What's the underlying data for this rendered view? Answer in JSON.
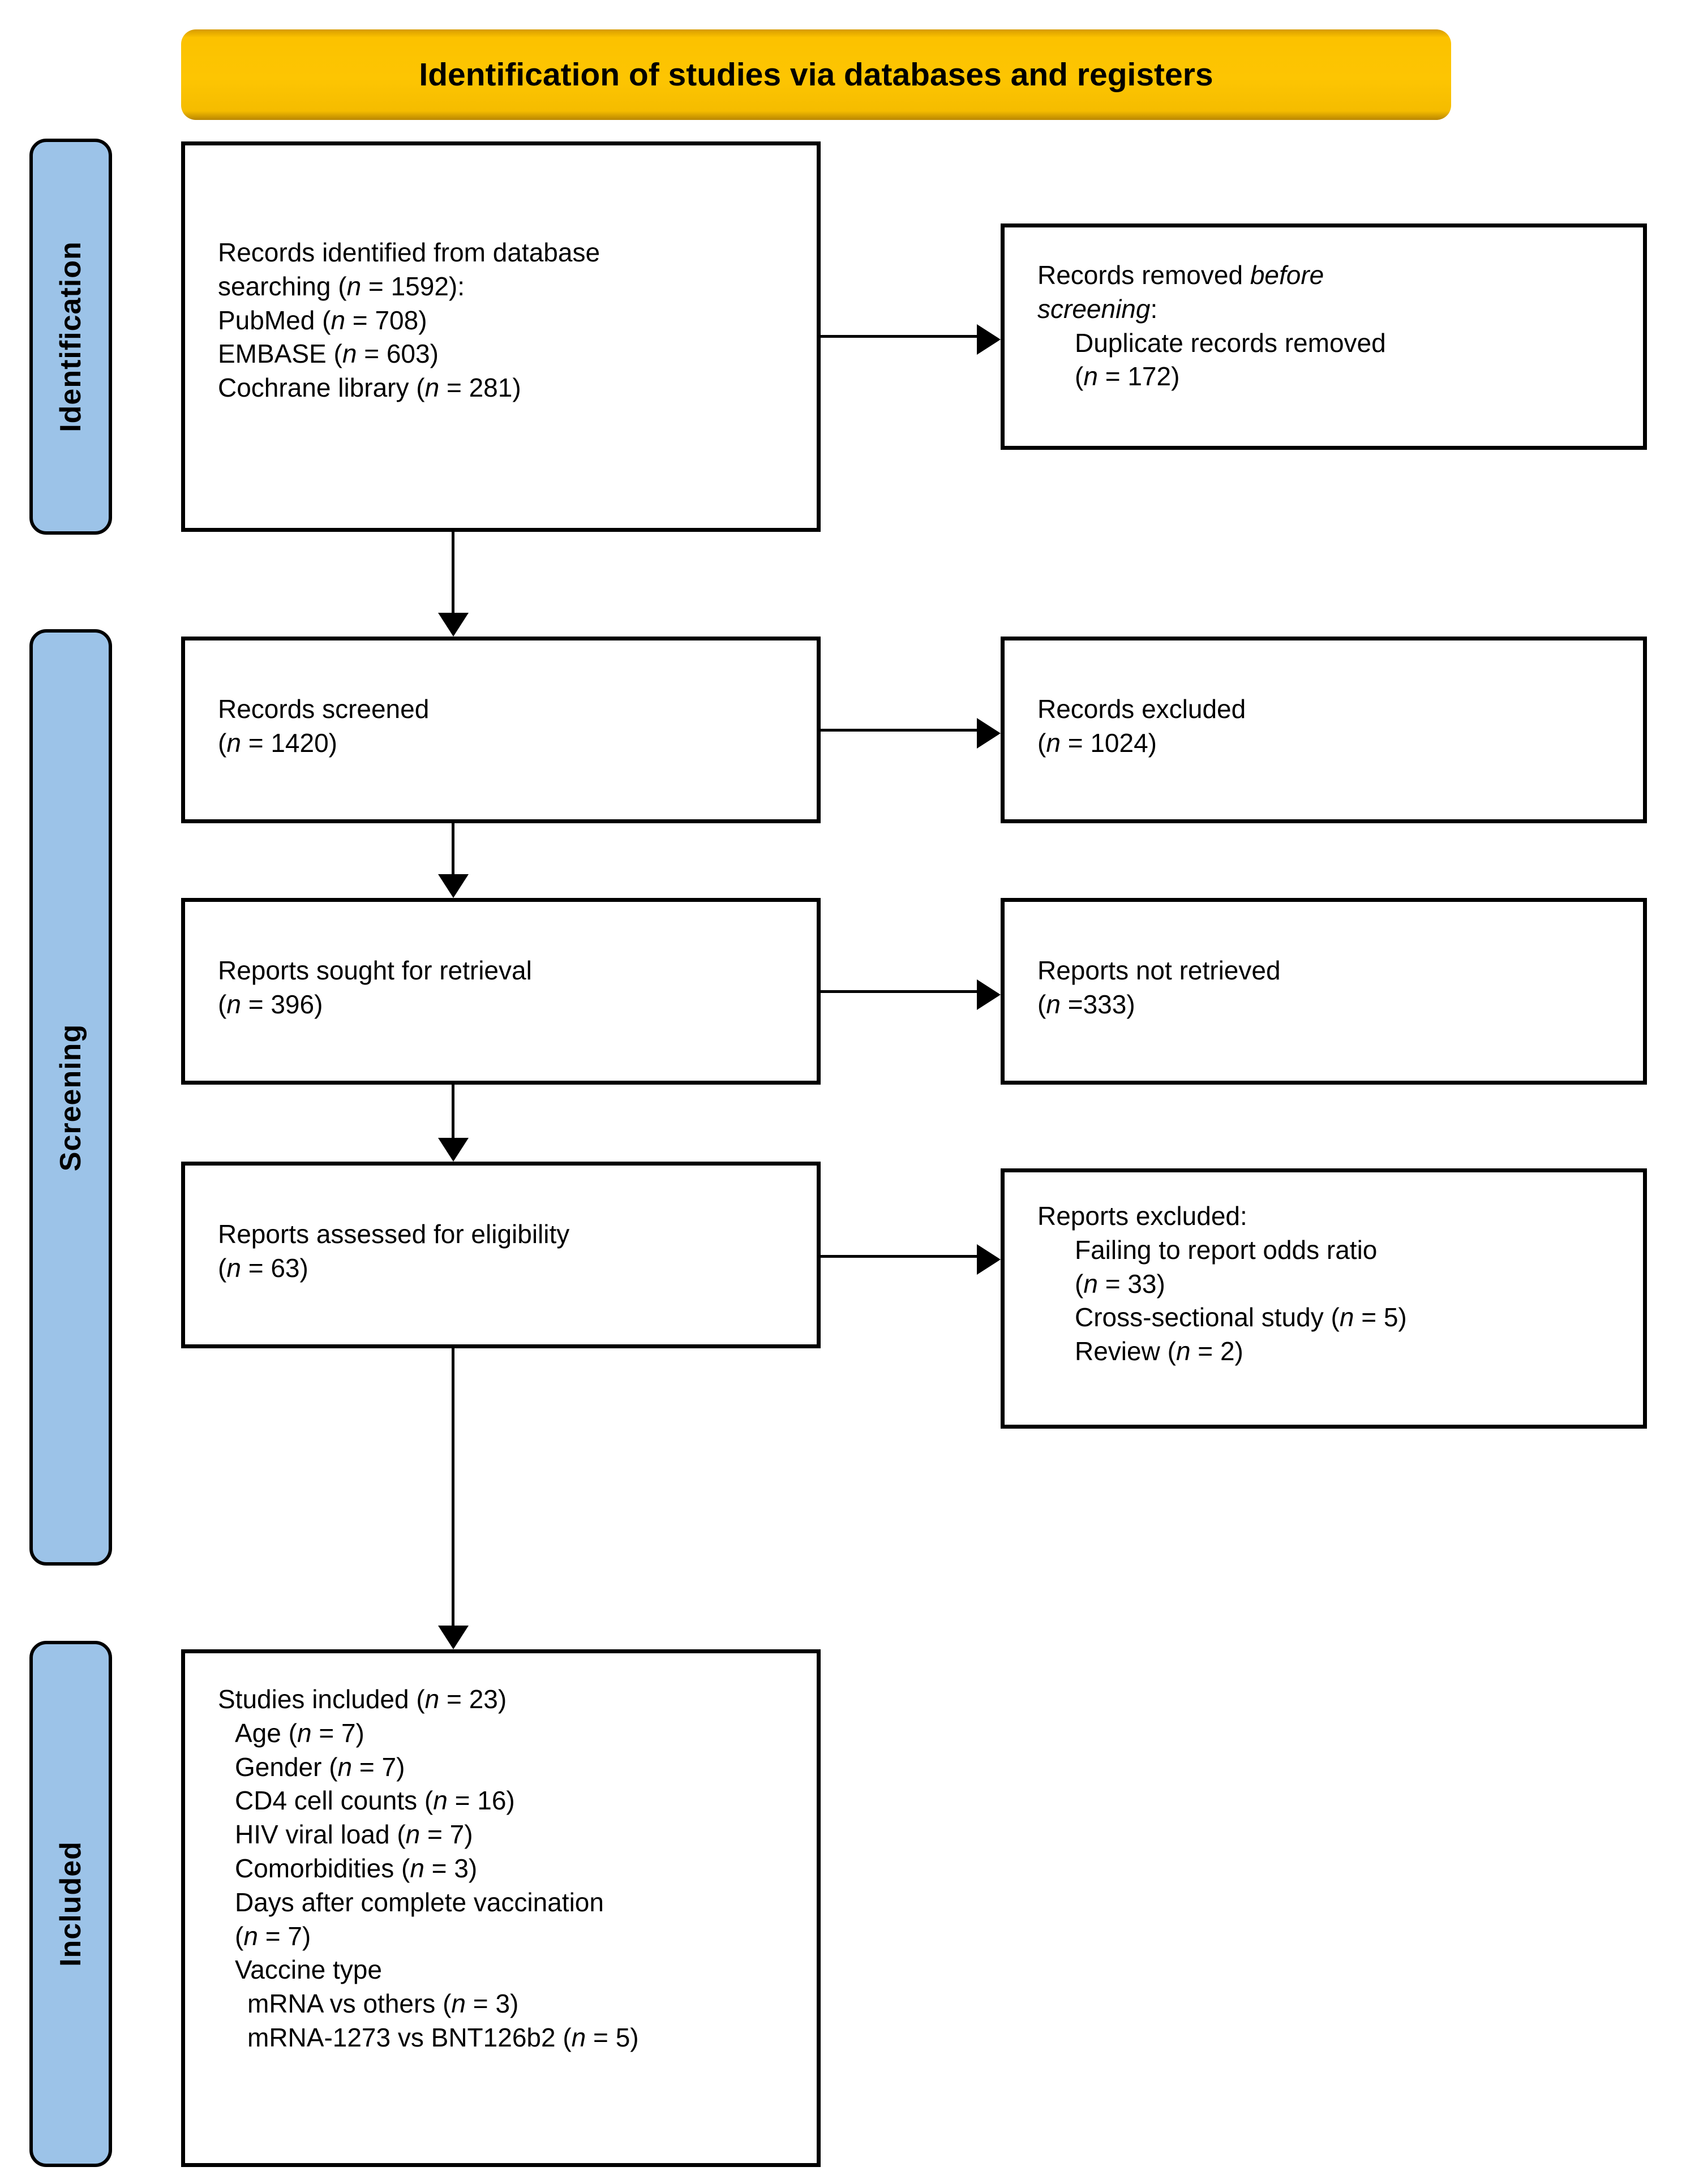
{
  "header": {
    "title": "Identification of studies via databases and registers",
    "band_color": "#FCC200"
  },
  "phases": {
    "color": "#9CC3E8",
    "identification": "Identification",
    "screening": "Screening",
    "included": "Included"
  },
  "boxes": {
    "identified": {
      "name": "Records identified from database searching",
      "lines": [
        "Records identified from database",
        "searching (n = 1592):",
        "PubMed (n = 708)",
        "EMBASE (n = 603)",
        "Cochrane library (n = 281)"
      ]
    },
    "removed": {
      "name": "Records removed before screening",
      "l1a": "Records removed ",
      "l1b": "before",
      "l2": "screening",
      "l2b": ":",
      "l3": "Duplicate records removed",
      "l4": "(n = 172)"
    },
    "screened": {
      "name": "Records screened",
      "lines": [
        "Records screened",
        "(n = 1420)"
      ]
    },
    "excluded_records": {
      "name": "Records excluded",
      "lines": [
        "Records excluded",
        "(n = 1024)"
      ]
    },
    "sought": {
      "name": "Reports sought for retrieval",
      "lines": [
        "Reports sought for retrieval",
        "(n = 396)"
      ]
    },
    "not_retrieved": {
      "name": "Reports not retrieved",
      "lines": [
        "Reports not retrieved",
        "(n =333)"
      ]
    },
    "assessed": {
      "name": "Reports assessed for eligibility",
      "lines": [
        "Reports assessed for eligibility",
        "(n = 63)"
      ]
    },
    "reports_excluded": {
      "name": "Reports excluded",
      "lines": [
        "Reports excluded:",
        "Failing to report odds ratio",
        "(n = 33)",
        "Cross-sectional study (n = 5)",
        "Review (n = 2)"
      ]
    },
    "included": {
      "name": "Studies included",
      "lines": [
        "Studies included (n = 23)",
        "Age (n = 7)",
        "Gender (n = 7)",
        "CD4 cell counts (n = 16)",
        "HIV viral load (n = 7)",
        "Comorbidities (n = 3)",
        "Days after complete vaccination",
        "(n = 7)",
        "Vaccine type",
        "mRNA vs others (n = 3)",
        "mRNA-1273 vs BNT126b2 (n = 5)"
      ]
    }
  },
  "counts": {
    "records_identified_total": 1592,
    "pubmed": 708,
    "embase": 603,
    "cochrane": 281,
    "duplicates_removed": 172,
    "records_screened": 1420,
    "records_excluded": 1024,
    "reports_sought": 396,
    "reports_not_retrieved": 333,
    "reports_assessed": 63,
    "excluded_no_odds_ratio": 33,
    "excluded_cross_sectional": 5,
    "excluded_review": 2,
    "studies_included": 23,
    "age": 7,
    "gender": 7,
    "cd4_cell_counts": 16,
    "hiv_viral_load": 7,
    "comorbidities": 3,
    "days_after_vaccination": 7,
    "mrna_vs_others": 3,
    "mrna1273_vs_bnt126b2": 5
  }
}
